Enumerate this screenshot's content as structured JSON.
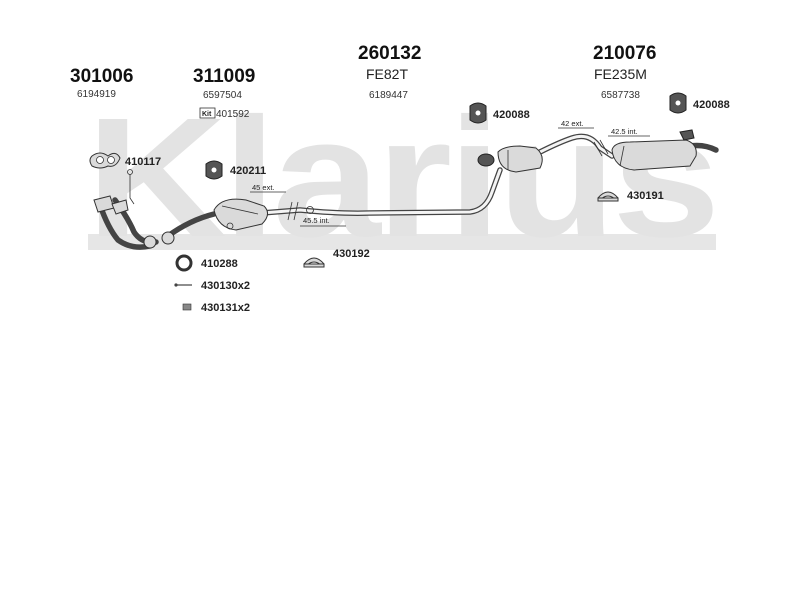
{
  "brand": {
    "watermark_text": "Klarius",
    "watermark_color": "#e3e3e3"
  },
  "sections": [
    {
      "code": "301006",
      "model": "",
      "oe": "6194919"
    },
    {
      "code": "311009",
      "model": "",
      "oe": "6597504",
      "kit_label": "Kit",
      "kit_code": "401592"
    },
    {
      "code": "260132",
      "model": "FE82T",
      "oe": "6189447"
    },
    {
      "code": "210076",
      "model": "FE235M",
      "oe": "6587738"
    }
  ],
  "parts": [
    {
      "code": "410117"
    },
    {
      "code": "420211"
    },
    {
      "code": "420088"
    },
    {
      "code": "420088"
    },
    {
      "code": "430191"
    },
    {
      "code": "430192"
    },
    {
      "code": "410288"
    },
    {
      "code": "430130x2"
    },
    {
      "code": "430131x2"
    }
  ],
  "dimensions": [
    {
      "label": "45 ext."
    },
    {
      "label": "45.5 int."
    },
    {
      "label": "42 ext."
    },
    {
      "label": "42.5 int."
    }
  ]
}
